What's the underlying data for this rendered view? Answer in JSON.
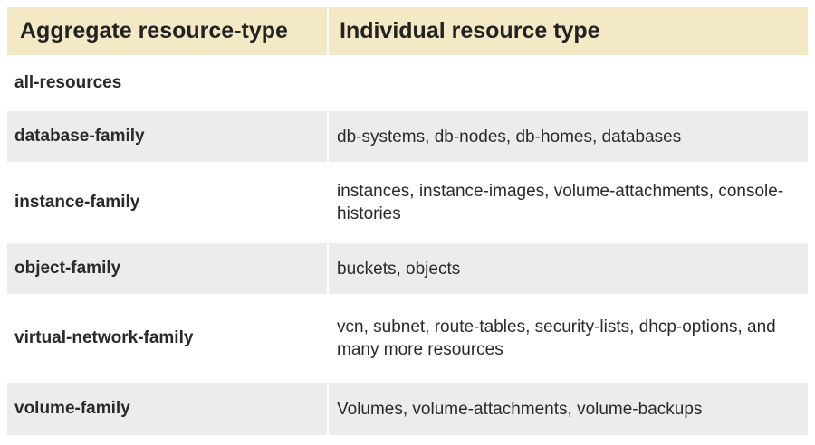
{
  "table": {
    "headers": {
      "aggregate": "Aggregate resource-type",
      "individual": "Individual resource type"
    },
    "rows": [
      {
        "aggregate": "all-resources",
        "individual": ""
      },
      {
        "aggregate": "database-family",
        "individual": "db-systems, db-nodes, db-homes, databases"
      },
      {
        "aggregate": "instance-family",
        "individual": "instances, instance-images, volume-attachments, console-histories"
      },
      {
        "aggregate": "object-family",
        "individual": "buckets, objects"
      },
      {
        "aggregate": "virtual-network-family",
        "individual": "vcn, subnet, route-tables, security-lists, dhcp-options, and many more resources"
      },
      {
        "aggregate": "volume-family",
        "individual": "Volumes, volume-attachments, volume-backups"
      }
    ]
  }
}
